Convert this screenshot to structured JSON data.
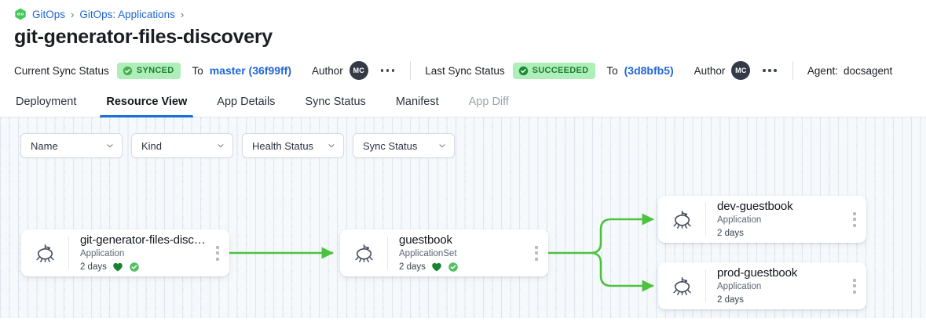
{
  "breadcrumb": {
    "logo_icon": "gitops-hexagon-infinity-icon",
    "items": [
      {
        "label": "GitOps",
        "href": true
      },
      {
        "label": "GitOps: Applications",
        "href": true
      }
    ],
    "separator": "›"
  },
  "page_title": "git-generator-files-discovery",
  "statusbar": {
    "current_sync_label": "Current Sync Status",
    "current_sync_badge": "SYNCED",
    "current_to_label": "To",
    "current_revision": "master (36f99ff)",
    "current_author_label": "Author",
    "current_author_initials": "MC",
    "last_sync_label": "Last Sync Status",
    "last_sync_badge": "SUCCEEDED",
    "last_to_label": "To",
    "last_revision": "(3d8bfb5)",
    "last_author_label": "Author",
    "last_author_initials": "MC",
    "agent_label": "Agent:",
    "agent_value": "docsagent"
  },
  "tabs": [
    {
      "label": "Deployment",
      "state": "normal"
    },
    {
      "label": "Resource View",
      "state": "active"
    },
    {
      "label": "App Details",
      "state": "normal"
    },
    {
      "label": "Sync Status",
      "state": "normal"
    },
    {
      "label": "Manifest",
      "state": "normal"
    },
    {
      "label": "App Diff",
      "state": "disabled"
    }
  ],
  "filters": [
    {
      "label": "Name"
    },
    {
      "label": "Kind"
    },
    {
      "label": "Health Status"
    },
    {
      "label": "Sync Status"
    }
  ],
  "graph": {
    "nodes": [
      {
        "id": "root",
        "title": "git-generator-files-disco…",
        "kind": "Application",
        "age": "2 days",
        "health": "healthy-heart",
        "sync": "synced-check",
        "icon": "argo-application-icon"
      },
      {
        "id": "appset",
        "title": "guestbook",
        "kind": "ApplicationSet",
        "age": "2 days",
        "health": "healthy-heart",
        "sync": "synced-check",
        "icon": "argo-application-icon"
      },
      {
        "id": "dev",
        "title": "dev-guestbook",
        "kind": "Application",
        "age": "2 days",
        "health": null,
        "sync": null,
        "icon": "argo-application-icon"
      },
      {
        "id": "prod",
        "title": "prod-guestbook",
        "kind": "Application",
        "age": "2 days",
        "health": null,
        "sync": null,
        "icon": "argo-application-icon"
      }
    ],
    "edge_color": "#4ec23f"
  },
  "colors": {
    "accent_blue": "#2166d6",
    "tab_underline": "#1a6fd4",
    "badge_bg": "#aeeeb8",
    "badge_text": "#1d7d33",
    "edge_green": "#4ec23f",
    "heart_green": "#18832f",
    "canvas_bg": "#f6f9fc"
  }
}
